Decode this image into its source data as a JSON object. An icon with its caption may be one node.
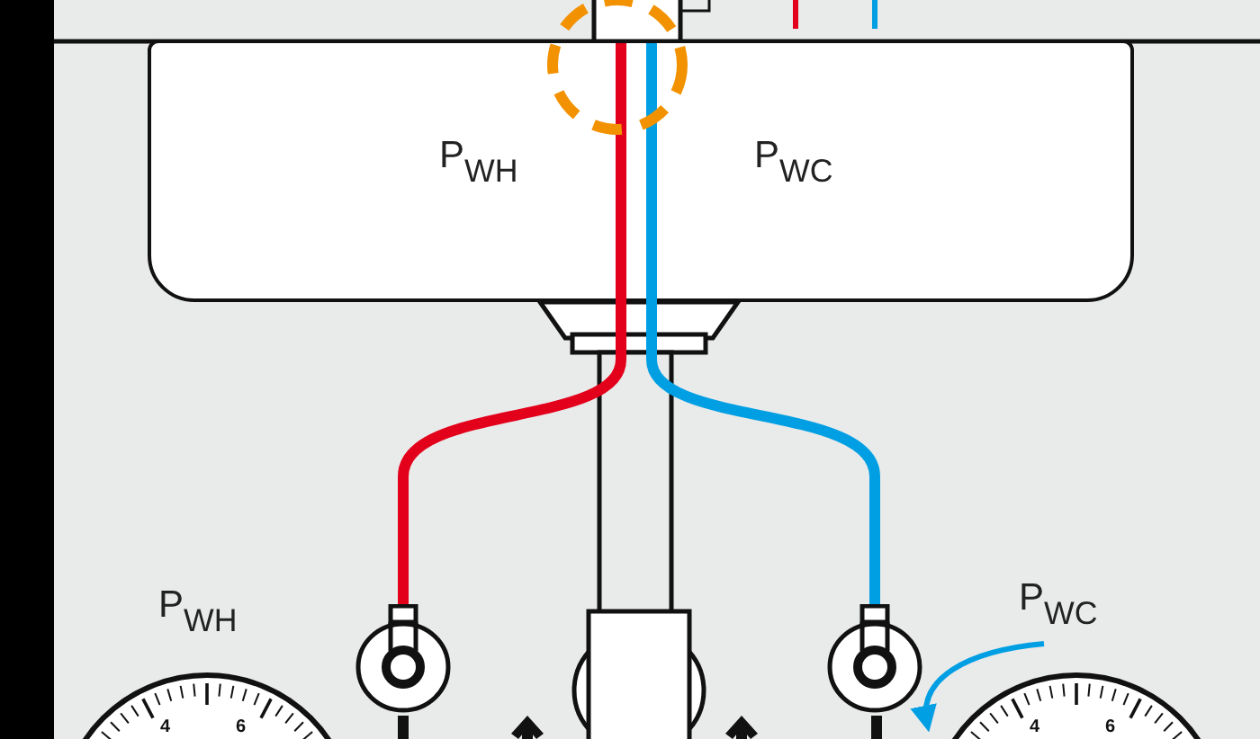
{
  "diagram": {
    "nodes": [
      {
        "text": [
          "P$_{WH}$",
          "P$_{WC}$"
        ]
      },
      {
        "text": [],
        "shape": "circle"
      },
      {
        "text": [],
        "shape": "circle"
      },
      {
        "text": [
          "4",
          "6"
        ],
        "beside": [
          "P$_{WH}$"
        ]
      },
      {
        "text": [
          "P$_{WC}$"
        ]
      },
      {
        "text": [
          "4",
          "6"
        ]
      }
    ],
    "edges": [
      {
        "from": 0,
        "to": 1,
        "arrow": "none",
        "color": "#e2001a"
      },
      {
        "from": 0,
        "to": 2,
        "arrow": "none",
        "color": "#009fe3"
      },
      {
        "from": 4,
        "to": 5,
        "arrow": "to",
        "color": "#009fe3"
      }
    ]
  }
}
